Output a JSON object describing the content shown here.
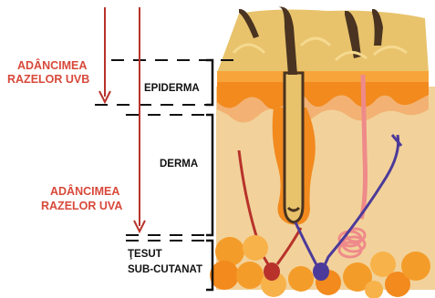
{
  "labels": {
    "uvb_depth": [
      "ADÂNCIMEA",
      "RAZELOR UVB"
    ],
    "uva_depth": [
      "ADÂNCIMEA",
      "RAZELOR UVA"
    ],
    "epidermis": "EPIDERMA",
    "dermis": "DERMA",
    "subcutaneous": [
      "ŢESUT",
      "SUB-CUTANAT"
    ]
  },
  "colors": {
    "arrow": "#b8322b",
    "label_red": "#d8493a",
    "skin_top": "#e8c36c",
    "epidermis_band": "#f28a1e",
    "dermis": "#f2d29a",
    "fat_cells": "#f49c2a",
    "hair": "#4a3320",
    "vein": "#4c3a9a",
    "artery": "#b8322b",
    "sweat_gland": "#ef8a8a"
  },
  "icons": [
    "hair-strand-icon",
    "hair-follicle-icon",
    "sweat-gland-icon",
    "blood-vessel-icon",
    "fat-cell-icon",
    "arrow-down-icon"
  ]
}
